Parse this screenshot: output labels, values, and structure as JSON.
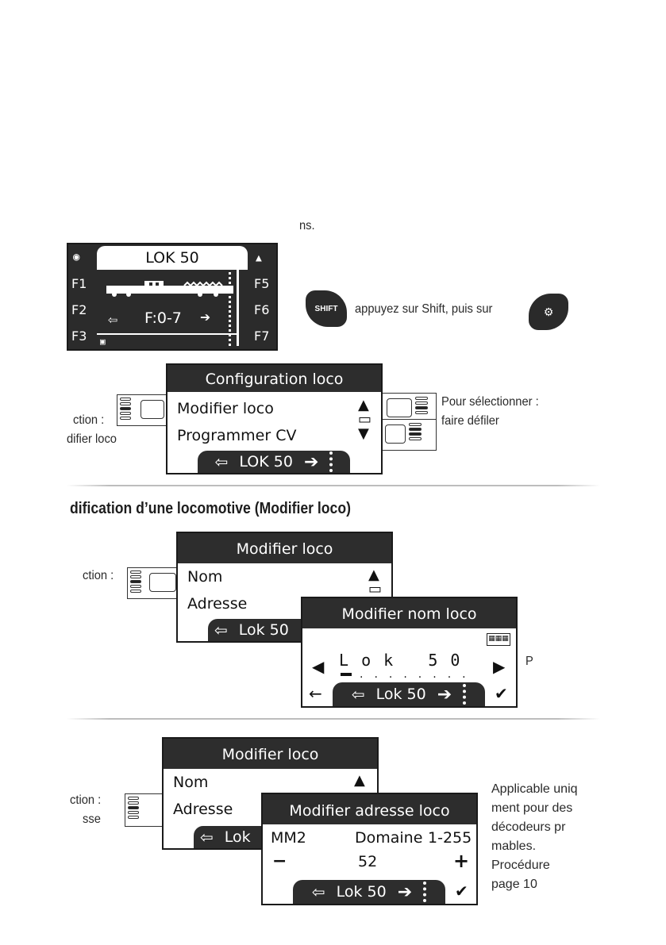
{
  "intro_fragment": "ns.",
  "shift_instruction": "appuyez sur Shift, puis sur",
  "shift_key_label": "SHIFT",
  "drive_screen": {
    "title": "LOK 50",
    "left_functions": [
      "F1",
      "F2",
      "F3"
    ],
    "right_functions": [
      "F5",
      "F6",
      "F7"
    ],
    "function_range": "F:0-7"
  },
  "config_screen": {
    "title": "Configuration loco",
    "items": [
      "Modifier loco",
      "Programmer CV"
    ],
    "footer": "LOK 50"
  },
  "left_note_1": [
    "ction :",
    "difier loco"
  ],
  "right_note_1": [
    "Pour sélectionner :",
    "faire défiler"
  ],
  "section_heading": "dification d’une locomotive (Modifier loco)",
  "modify_screen_1": {
    "title": "Modifier loco",
    "items": [
      "Nom",
      "Adresse"
    ],
    "footer": "Lok 50"
  },
  "left_note_2": "ction :",
  "name_screen": {
    "title": "Modifier nom loco",
    "value": "L o k   5 0",
    "footer": "Lok 50"
  },
  "right_note_2": "P",
  "modify_screen_2": {
    "title": "Modifier loco",
    "items": [
      "Nom",
      "Adresse"
    ],
    "footer": "Lok"
  },
  "left_note_3": [
    "ction :",
    "sse"
  ],
  "address_screen": {
    "title": "Modifier adresse loco",
    "protocol": "MM2",
    "domain_label": "Domaine",
    "domain_range": "1-255",
    "minus": "−",
    "value": "52",
    "plus": "+",
    "footer": "Lok 50"
  },
  "right_note_3": [
    "Applicable uniq",
    "ment pour des",
    "décodeurs pr",
    "mables.",
    "Procédure",
    "page 10"
  ]
}
